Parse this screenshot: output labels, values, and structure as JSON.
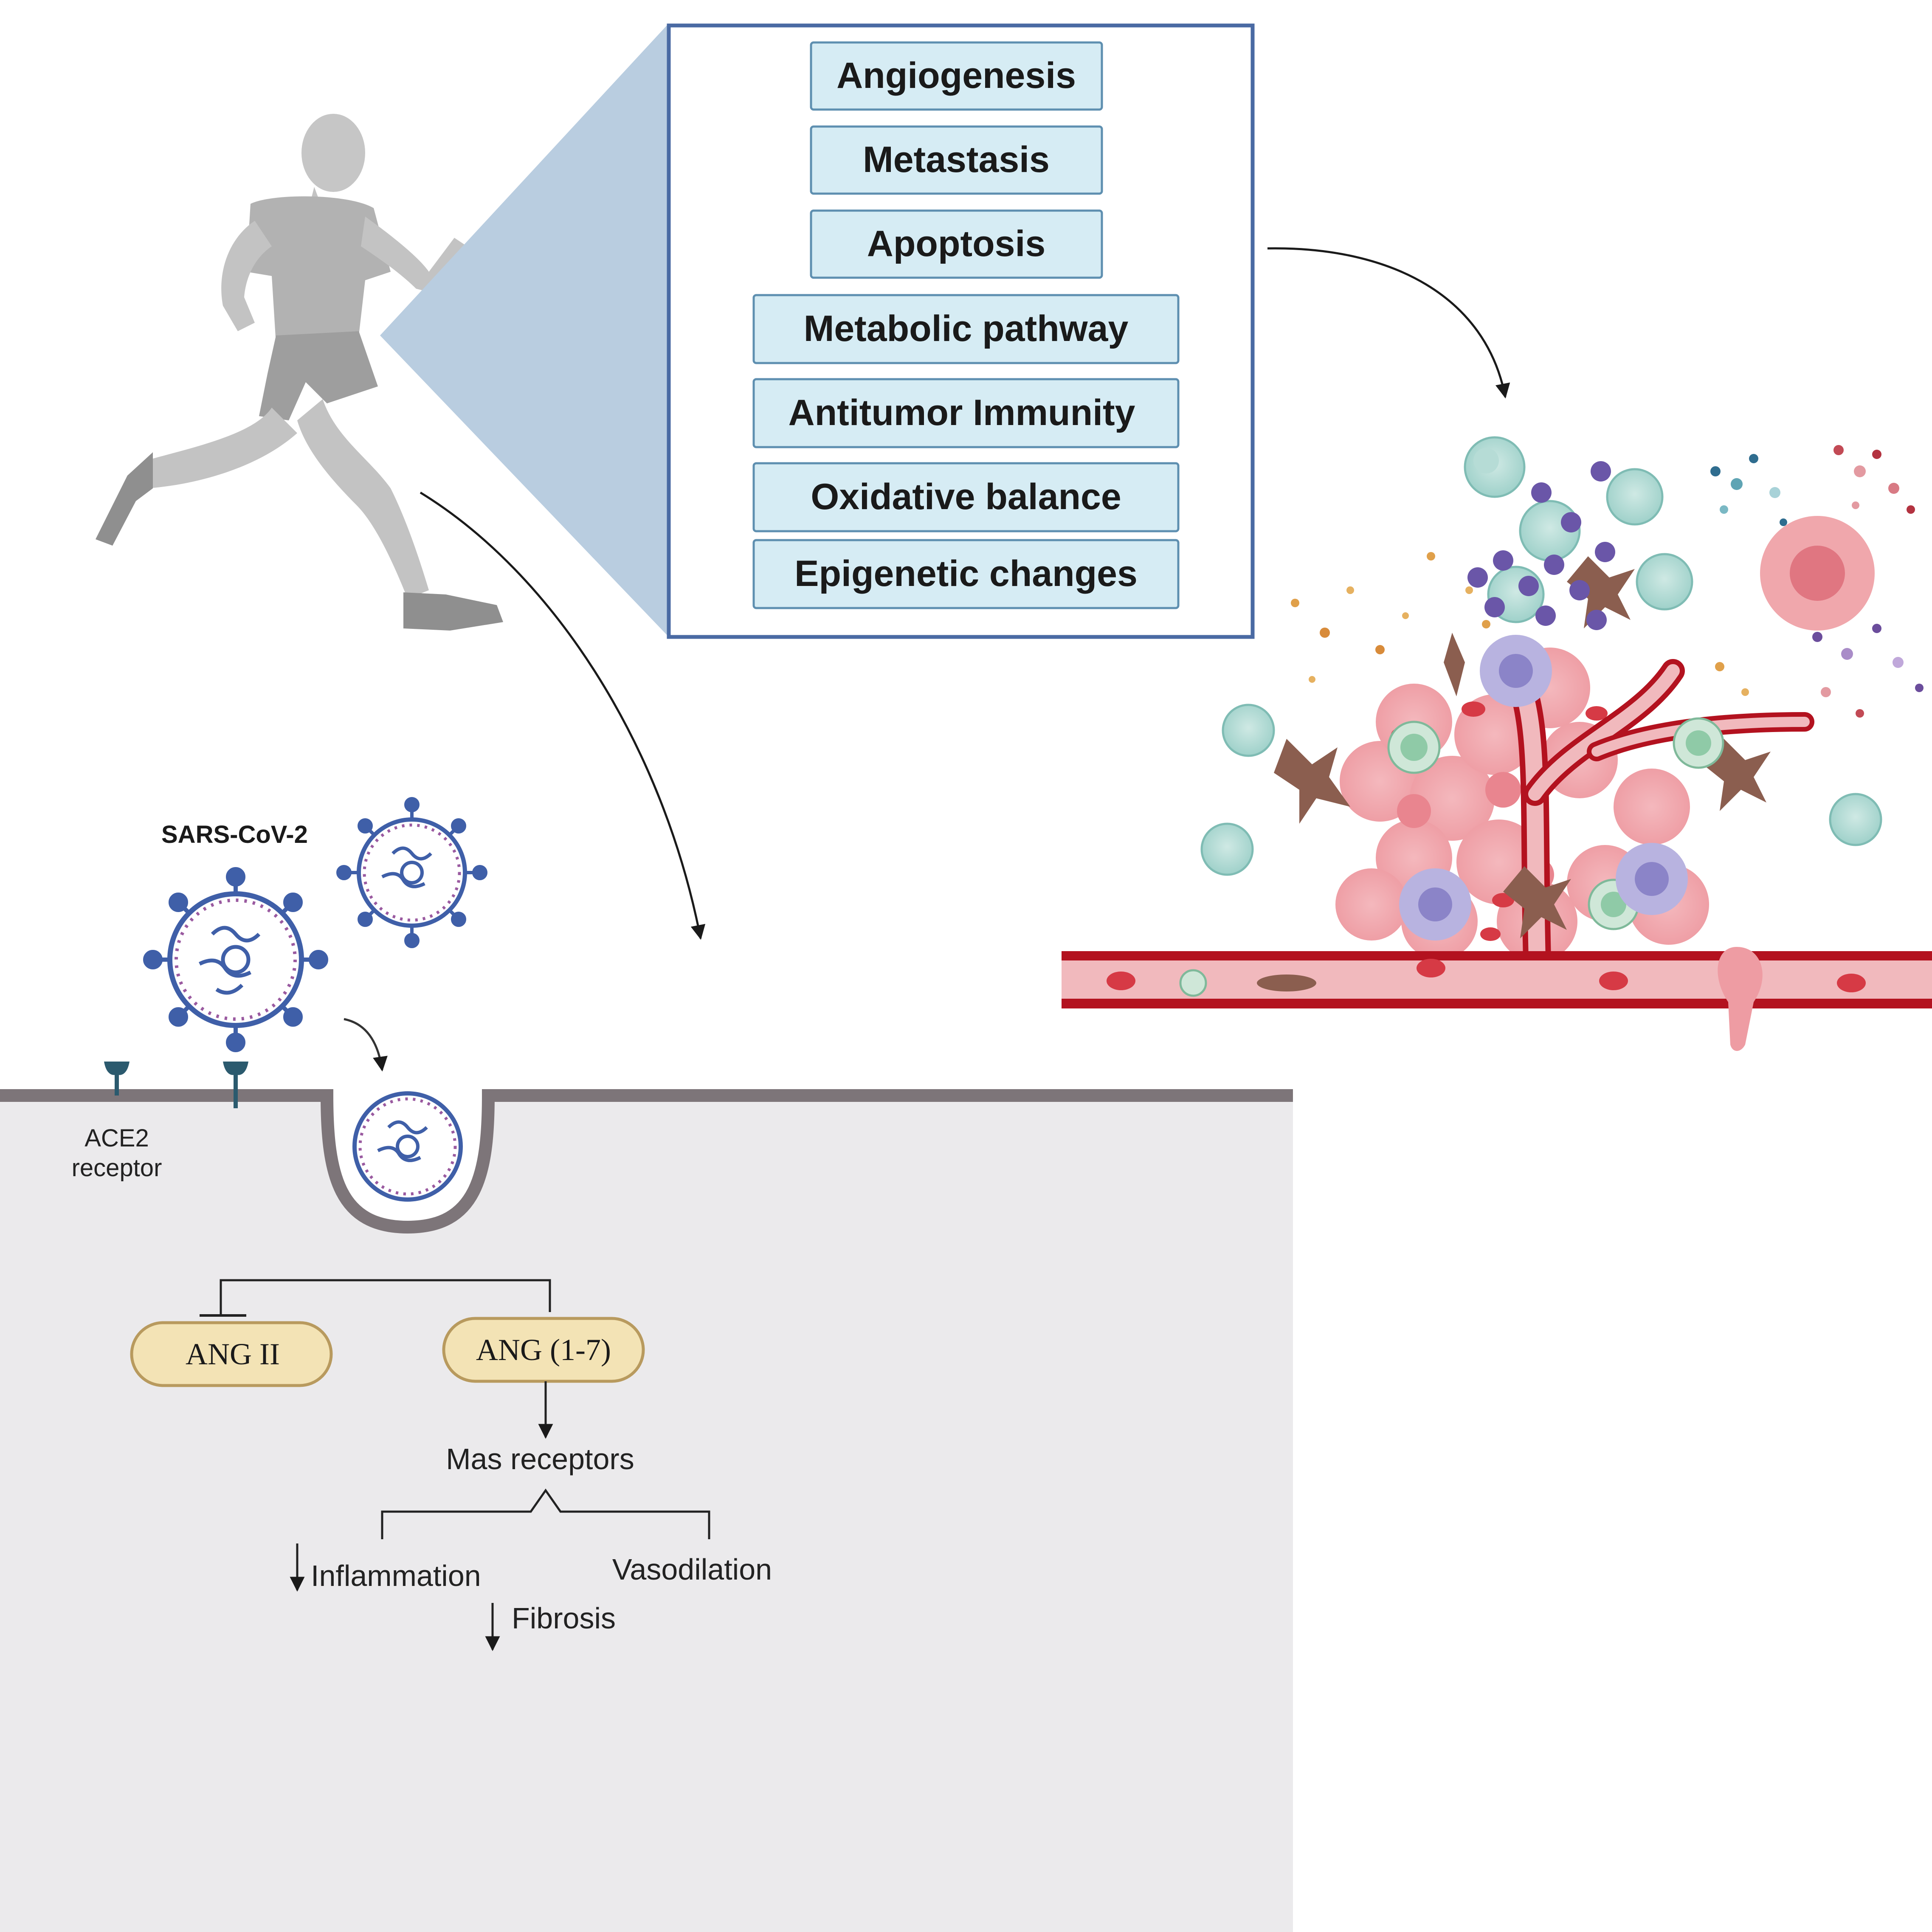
{
  "effects": {
    "items": [
      "Angiogenesis",
      "Metastasis",
      "Apoptosis",
      "Metabolic pathway",
      "Antitumor Immunity",
      "Oxidative balance",
      "Epigenetic changes"
    ]
  },
  "virus": {
    "label": "SARS-CoV-2",
    "receptor_line1": "ACE2",
    "receptor_line2": "receptor"
  },
  "pathway": {
    "ang2": "ANG II",
    "ang17": "ANG (1-7)",
    "mas": "Mas receptors",
    "inflammation": "Inflammation",
    "vasodilation": "Vasodilation",
    "fibrosis": "Fibrosis"
  },
  "colors": {
    "box_fill": "#d6ecf4",
    "box_border": "#5e8fb0",
    "panel_border": "#4a6aa3",
    "cell_fill": "#ebeaec",
    "membrane": "#7d7579",
    "vessel": "#b3121f",
    "virus_blue": "#3f5fa8",
    "ang_fill": "#f3e3b5"
  }
}
